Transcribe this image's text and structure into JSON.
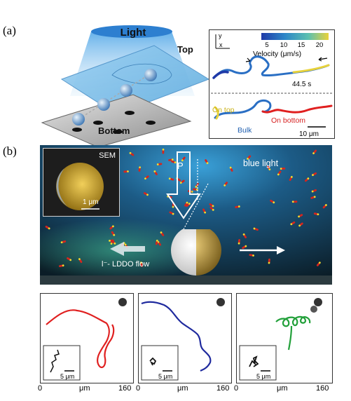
{
  "panel_a": {
    "label": "(a)",
    "schematic": {
      "light_label": "Light",
      "top_label": "Top",
      "bottom_label": "Bottom"
    },
    "trajectory": {
      "axis_y": "y",
      "axis_x": "x",
      "colorbar_ticks": [
        "5",
        "10",
        "15",
        "20"
      ],
      "colorbar_title": "Velocity (μm/s)",
      "time_label": "44.5 s",
      "on_top": "On top",
      "on_bottom": "On bottom",
      "bulk": "Bulk",
      "scalebar": "10 μm",
      "colors": {
        "blue": "#1f4fb5",
        "cyan": "#3aa6d6",
        "yellow": "#e8d23a",
        "red": "#e02020"
      }
    }
  },
  "panel_b": {
    "label": "(b)",
    "sem_label": "SEM",
    "sem_scalebar": "1 μm",
    "p_label": "P",
    "blue_light": "blue light",
    "flow_label": "l⁻- LDDO flow",
    "colors": {
      "bg_dark": "#0f2530",
      "glow": "#2f8ec8",
      "particle_red": "#d4261f",
      "particle_yellow": "#f2dc2e"
    }
  },
  "trajectories": [
    {
      "x_min": "0",
      "x_unit": "μm",
      "x_max": "160",
      "inset_scalebar": "5 μm",
      "color": "#e02020"
    },
    {
      "x_min": "0",
      "x_unit": "μm",
      "x_max": "160",
      "inset_scalebar": "5 μm",
      "color": "#1f2a9e"
    },
    {
      "x_min": "0",
      "x_unit": "μm",
      "x_max": "160",
      "inset_scalebar": "5 μm",
      "color": "#22a03a"
    }
  ]
}
